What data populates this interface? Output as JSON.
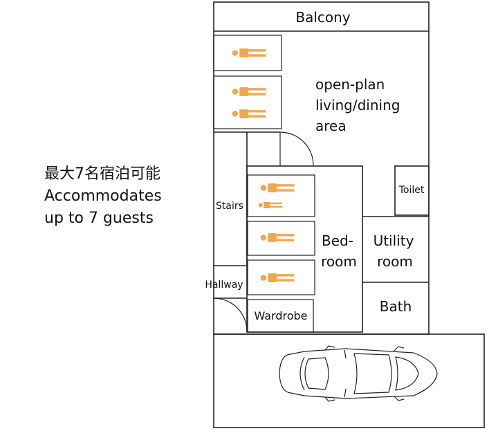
{
  "colors": {
    "bed_person": "#F4A64A",
    "line": "#222222"
  },
  "caption": {
    "line1": "最大7名宿泊可能",
    "line2": "Accommodates",
    "line3": "up to 7 guests"
  },
  "rooms": {
    "balcony": "Balcony",
    "living_1": "open-plan",
    "living_2": "living/dining",
    "living_3": "area",
    "toilet": "Toilet",
    "stairs": "Stairs",
    "bedroom_1": "Bed-",
    "bedroom_2": "room",
    "utility_1": "Utility",
    "utility_2": "room",
    "hallway": "Hallway",
    "bath": "Bath",
    "wardrobe": "Wardrobe"
  }
}
